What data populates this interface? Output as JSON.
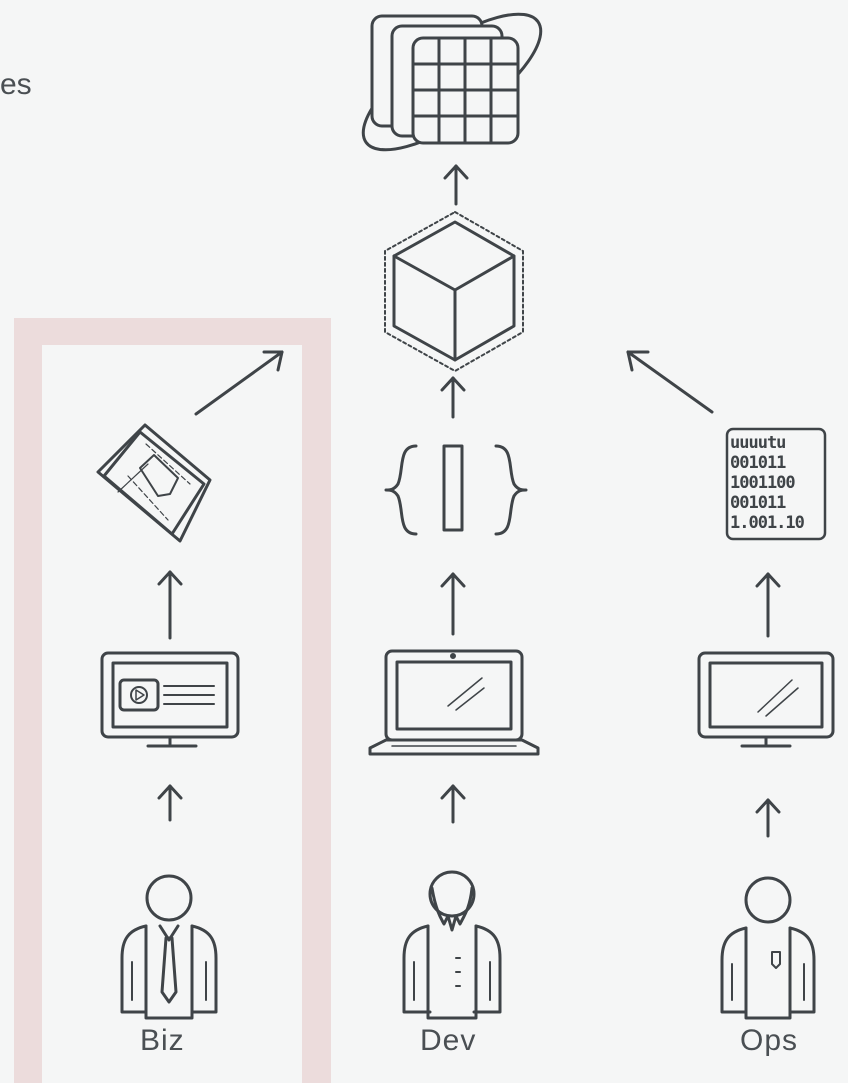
{
  "cut_text": "es",
  "roles": {
    "biz": "Biz",
    "dev": "Dev",
    "ops": "Ops"
  },
  "binary": [
    "uuuutu",
    "001011",
    "1001100",
    "001011",
    "1.001.10"
  ],
  "colors": {
    "stroke": "#3f4448",
    "highlight": "#ecdcdc",
    "background": "#f5f6f6"
  }
}
